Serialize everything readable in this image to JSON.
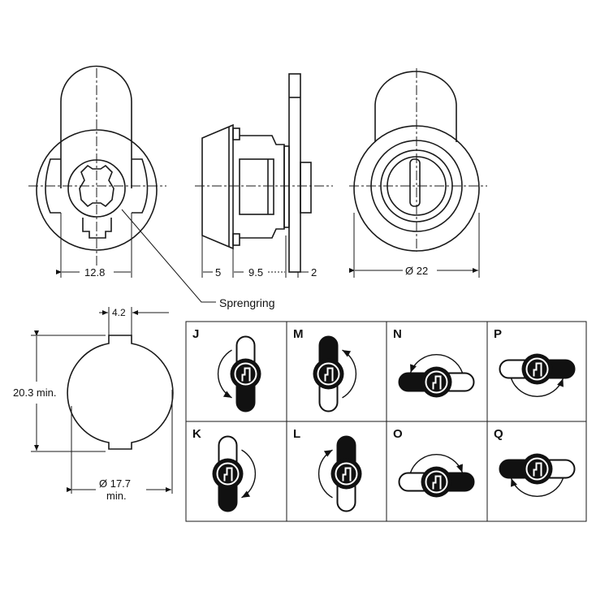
{
  "dimensions": {
    "front_width": "12.8",
    "side_flange": "5",
    "side_body": "9.5",
    "side_plate": "2",
    "outer_diameter": "Ø 22",
    "tab_width": "4.2",
    "cutout_height": "20.3 min.",
    "cutout_diameter_line1": "Ø 17.7",
    "cutout_diameter_line2": "min."
  },
  "callout": "Sprengring",
  "cam_positions": [
    {
      "label": "J",
      "orientation": "vertical",
      "filled": "bottom",
      "arrow_side": "left",
      "rotation": "ccw"
    },
    {
      "label": "M",
      "orientation": "vertical",
      "filled": "top",
      "arrow_side": "right",
      "rotation": "ccw"
    },
    {
      "label": "N",
      "orientation": "horizontal",
      "filled": "left",
      "arrow_side": "top",
      "rotation": "ccw"
    },
    {
      "label": "P",
      "orientation": "horizontal",
      "filled": "right",
      "arrow_side": "bottom",
      "rotation": "ccw"
    },
    {
      "label": "K",
      "orientation": "vertical",
      "filled": "bottom",
      "arrow_side": "right",
      "rotation": "cw"
    },
    {
      "label": "L",
      "orientation": "vertical",
      "filled": "top",
      "arrow_side": "left",
      "rotation": "cw"
    },
    {
      "label": "O",
      "orientation": "horizontal",
      "filled": "right",
      "arrow_side": "top",
      "rotation": "cw"
    },
    {
      "label": "Q",
      "orientation": "horizontal",
      "filled": "left",
      "arrow_side": "bottom",
      "rotation": "cw"
    }
  ]
}
